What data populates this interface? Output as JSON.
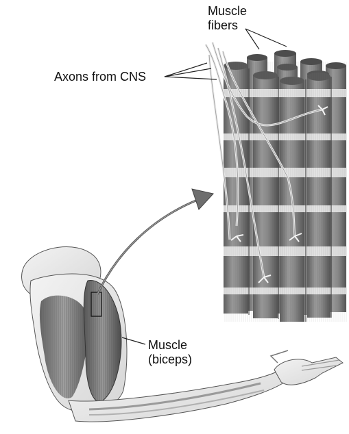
{
  "labels": {
    "muscle_fibers": [
      "Muscle",
      "fibers"
    ],
    "axons": "Axons from CNS",
    "biceps": [
      "Muscle",
      "(biceps)"
    ]
  },
  "colors": {
    "fiber_dark": "#6e6e6e",
    "fiber_light": "#e9e9e9",
    "arrow": "#7a7a7a",
    "line": "#222222"
  }
}
